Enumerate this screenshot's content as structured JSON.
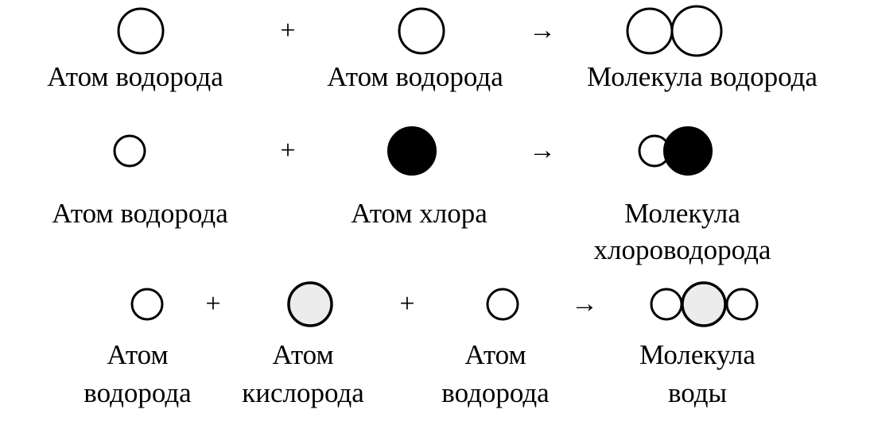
{
  "row1": {
    "left_label": "Атом водорода",
    "plus": "+",
    "middle_label": "Атом водорода",
    "arrow": "→",
    "product_label": "Молекула водорода"
  },
  "row2": {
    "left_label": "Атом водорода",
    "plus": "+",
    "middle_label": "Атом хлора",
    "arrow": "→",
    "product_label_line1": "Молекула",
    "product_label_line2": "хлороводорода"
  },
  "row3": {
    "a_line1": "Атом",
    "a_line2": "водорода",
    "plus1": "+",
    "b_line1": "Атом",
    "b_line2": "кислорода",
    "plus2": "+",
    "c_line1": "Атом",
    "c_line2": "водорода",
    "arrow": "→",
    "product_line1": "Молекула",
    "product_line2": "воды"
  },
  "colors": {
    "hydrogen": "#ffffff",
    "chlorine": "#000000",
    "oxygen": "#ececec",
    "outline": "#000000"
  }
}
